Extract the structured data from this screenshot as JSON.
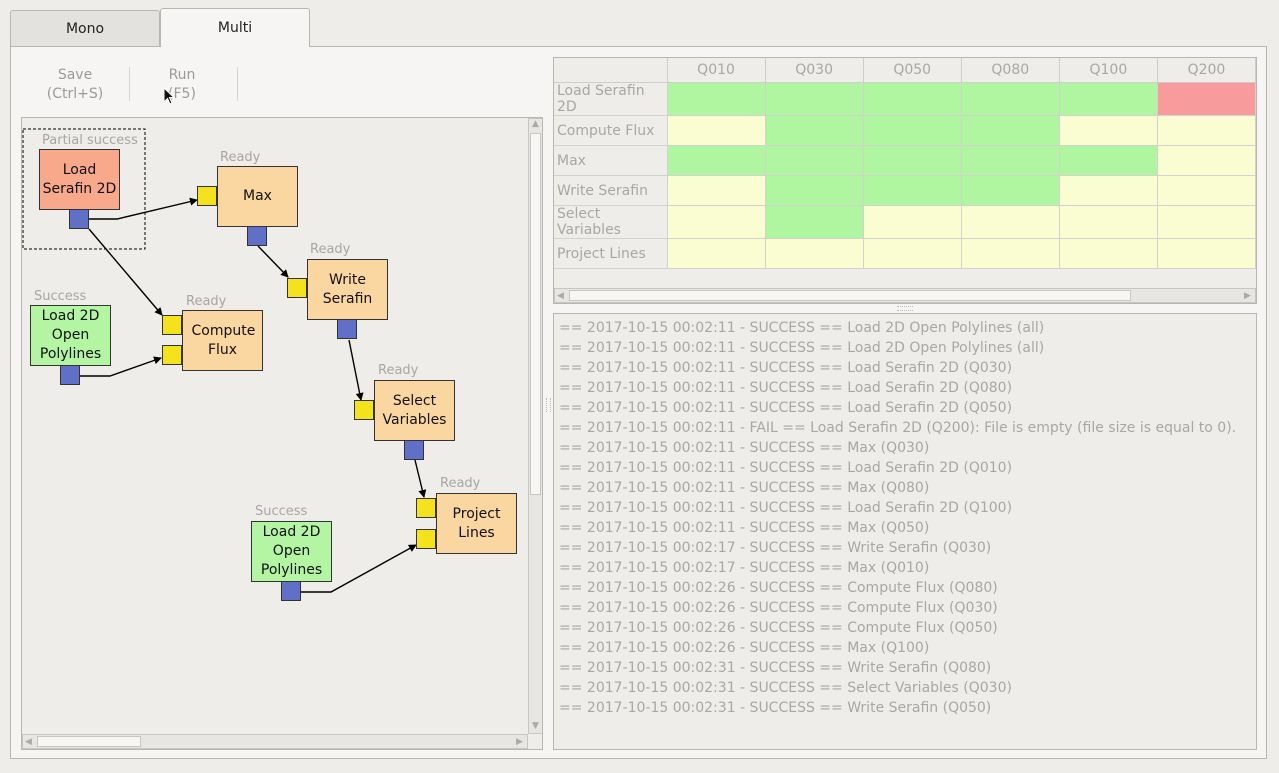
{
  "tabs": [
    {
      "label": "Mono"
    },
    {
      "label": "Multi"
    }
  ],
  "toolbar": {
    "save_label": "Save",
    "save_shortcut": "(Ctrl+S)",
    "run_label": "Run",
    "run_shortcut": "(F5)"
  },
  "workflow": {
    "nodes": [
      {
        "id": "load-serafin-2d",
        "title": "Load Serafin 2D",
        "status": "Partial success"
      },
      {
        "id": "max",
        "title": "Max",
        "status": "Ready"
      },
      {
        "id": "write-serafin",
        "title": "Write Serafin",
        "status": "Ready"
      },
      {
        "id": "compute-flux",
        "title": "Compute Flux",
        "status": "Ready"
      },
      {
        "id": "load-2d-open-polylines-1",
        "title": "Load 2D Open Polylines",
        "status": "Success"
      },
      {
        "id": "select-variables",
        "title": "Select Variables",
        "status": "Ready"
      },
      {
        "id": "project-lines",
        "title": "Project Lines",
        "status": "Ready"
      },
      {
        "id": "load-2d-open-polylines-2",
        "title": "Load 2D Open Polylines",
        "status": "Success"
      }
    ]
  },
  "status_table": {
    "columns": [
      "Q010",
      "Q030",
      "Q050",
      "Q080",
      "Q100",
      "Q200"
    ],
    "rows": [
      {
        "label": "Load Serafin 2D",
        "states": [
          "success",
          "success",
          "success",
          "success",
          "success",
          "fail"
        ]
      },
      {
        "label": "Compute Flux",
        "states": [
          "ready",
          "success",
          "success",
          "success",
          "ready",
          "ready"
        ]
      },
      {
        "label": "Max",
        "states": [
          "success",
          "success",
          "success",
          "success",
          "success",
          "ready"
        ]
      },
      {
        "label": "Write Serafin",
        "states": [
          "ready",
          "success",
          "success",
          "success",
          "ready",
          "ready"
        ]
      },
      {
        "label": "Select Variables",
        "states": [
          "ready",
          "success",
          "ready",
          "ready",
          "ready",
          "ready"
        ]
      },
      {
        "label": "Project Lines",
        "states": [
          "ready",
          "ready",
          "ready",
          "ready",
          "ready",
          "ready"
        ]
      }
    ],
    "state_colors": {
      "success": "#b0f6a0",
      "ready": "#fafdd2",
      "fail": "#f79b9c"
    }
  },
  "node_colors": {
    "ready": "#fad7a0",
    "fail": "#f8a98c",
    "success": "#b4f5a4",
    "in_port": "#f3e21c",
    "out_port": "#6070c6"
  },
  "log": [
    "== 2017-10-15 00:02:11 - SUCCESS == Load 2D Open Polylines (all)",
    "== 2017-10-15 00:02:11 - SUCCESS == Load 2D Open Polylines (all)",
    "== 2017-10-15 00:02:11 - SUCCESS == Load Serafin 2D (Q030)",
    "== 2017-10-15 00:02:11 - SUCCESS == Load Serafin 2D (Q080)",
    "== 2017-10-15 00:02:11 - SUCCESS == Load Serafin 2D (Q050)",
    "== 2017-10-15 00:02:11 - FAIL == Load Serafin 2D (Q200): File is empty (file size is equal to 0).",
    "== 2017-10-15 00:02:11 - SUCCESS == Max (Q030)",
    "== 2017-10-15 00:02:11 - SUCCESS == Load Serafin 2D (Q010)",
    "== 2017-10-15 00:02:11 - SUCCESS == Max (Q080)",
    "== 2017-10-15 00:02:11 - SUCCESS == Load Serafin 2D (Q100)",
    "== 2017-10-15 00:02:11 - SUCCESS == Max (Q050)",
    "== 2017-10-15 00:02:17 - SUCCESS == Write Serafin (Q030)",
    "== 2017-10-15 00:02:17 - SUCCESS == Max (Q010)",
    "== 2017-10-15 00:02:26 - SUCCESS == Compute Flux (Q080)",
    "== 2017-10-15 00:02:26 - SUCCESS == Compute Flux (Q030)",
    "== 2017-10-15 00:02:26 - SUCCESS == Compute Flux (Q050)",
    "== 2017-10-15 00:02:26 - SUCCESS == Max (Q100)",
    "== 2017-10-15 00:02:31 - SUCCESS == Write Serafin (Q080)",
    "== 2017-10-15 00:02:31 - SUCCESS == Select Variables (Q030)",
    "== 2017-10-15 00:02:31 - SUCCESS == Write Serafin (Q050)"
  ]
}
